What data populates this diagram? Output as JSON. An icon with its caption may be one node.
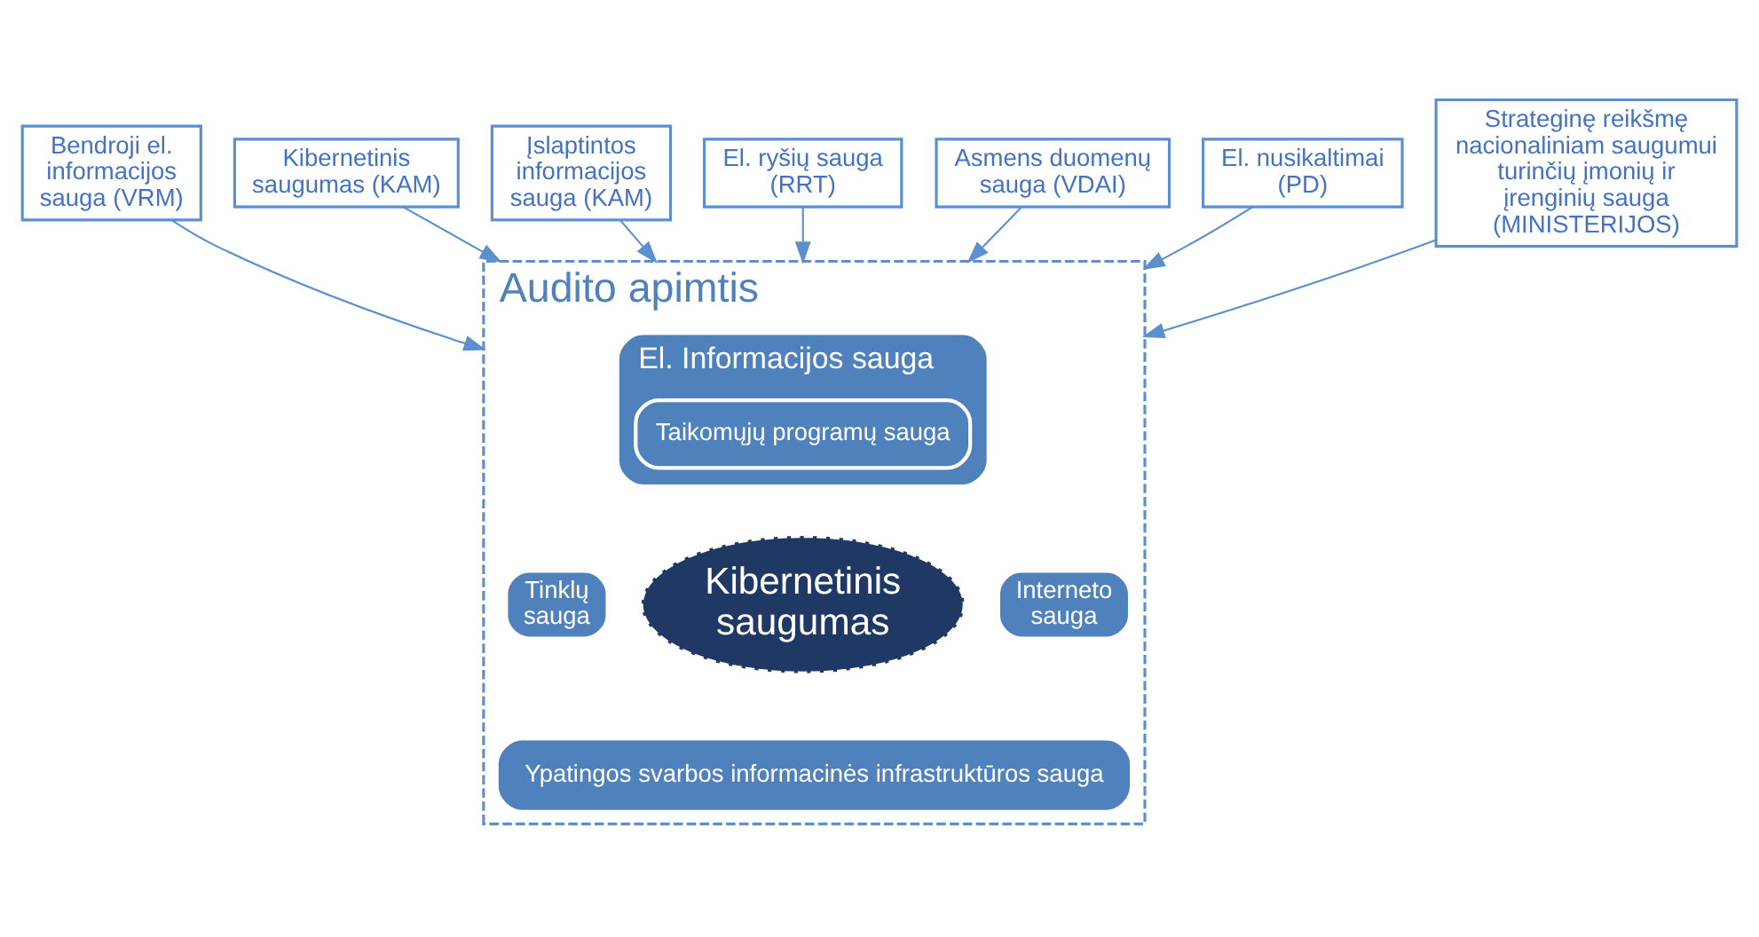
{
  "diagram": {
    "nodes": [
      {
        "text": [
          "Bendroji el. informacijos sauga (VRM)"
        ]
      },
      {
        "text": [
          "Kibernetinis saugumas (KAM)"
        ]
      },
      {
        "text": [
          "Įslaptintos informacijos sauga (KAM)"
        ]
      },
      {
        "text": [
          "El. ryšių sauga (RRT)"
        ]
      },
      {
        "text": [
          "Asmens duomenų sauga (VDAI)"
        ]
      },
      {
        "text": [
          "El. nusikaltimai (PD)"
        ]
      },
      {
        "text": [
          "Strateginę reikšmę nacionaliniam saugumui turinčių įmonių ir įrenginių sauga (MINISTERIJOS)"
        ]
      },
      {
        "text": [
          "Audito apimtis"
        ]
      },
      {
        "text": [
          "El. Informacijos sauga"
        ],
        "in": 7
      },
      {
        "text": [
          "Taikomųjų programų sauga"
        ],
        "in": 8
      },
      {
        "text": [
          "Kibernetinis saugumas"
        ],
        "in": 7
      },
      {
        "text": [
          "Tinklų sauga"
        ],
        "in": 7
      },
      {
        "text": [
          "Interneto sauga"
        ],
        "in": 7
      },
      {
        "text": [
          "Ypatingos svarbos informacinės infrastruktūros sauga"
        ],
        "in": 7
      }
    ],
    "edges": [
      {
        "from": 0,
        "to": 7,
        "arrow": "to"
      },
      {
        "from": 1,
        "to": 7,
        "arrow": "to"
      },
      {
        "from": 2,
        "to": 7,
        "arrow": "to"
      },
      {
        "from": 3,
        "to": 7,
        "arrow": "to"
      },
      {
        "from": 4,
        "to": 7,
        "arrow": "to"
      },
      {
        "from": 5,
        "to": 7,
        "arrow": "to"
      },
      {
        "from": 6,
        "to": 7,
        "arrow": "to"
      }
    ]
  }
}
